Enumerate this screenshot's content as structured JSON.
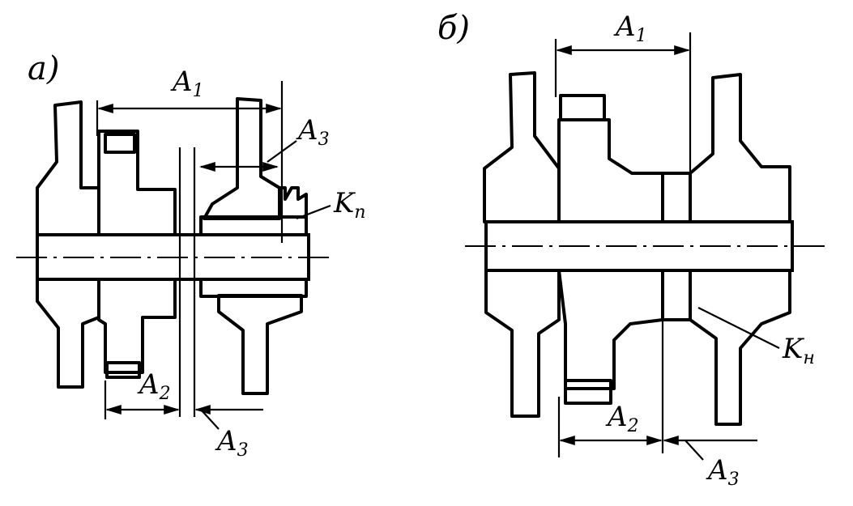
{
  "figure": {
    "panel_a": {
      "label": "а)",
      "dims": [
        {
          "main": "A",
          "sub": "1"
        },
        {
          "main": "A",
          "sub": "2"
        },
        {
          "main": "A",
          "sub": "3"
        },
        {
          "main": "A",
          "sub": "3"
        }
      ],
      "part_label": {
        "main": "K",
        "sub": "п"
      }
    },
    "panel_b": {
      "label": "б)",
      "dims": [
        {
          "main": "A",
          "sub": "1"
        },
        {
          "main": "A",
          "sub": "2"
        },
        {
          "main": "A",
          "sub": "3"
        }
      ],
      "part_label": {
        "main": "K",
        "sub": "н"
      }
    }
  }
}
